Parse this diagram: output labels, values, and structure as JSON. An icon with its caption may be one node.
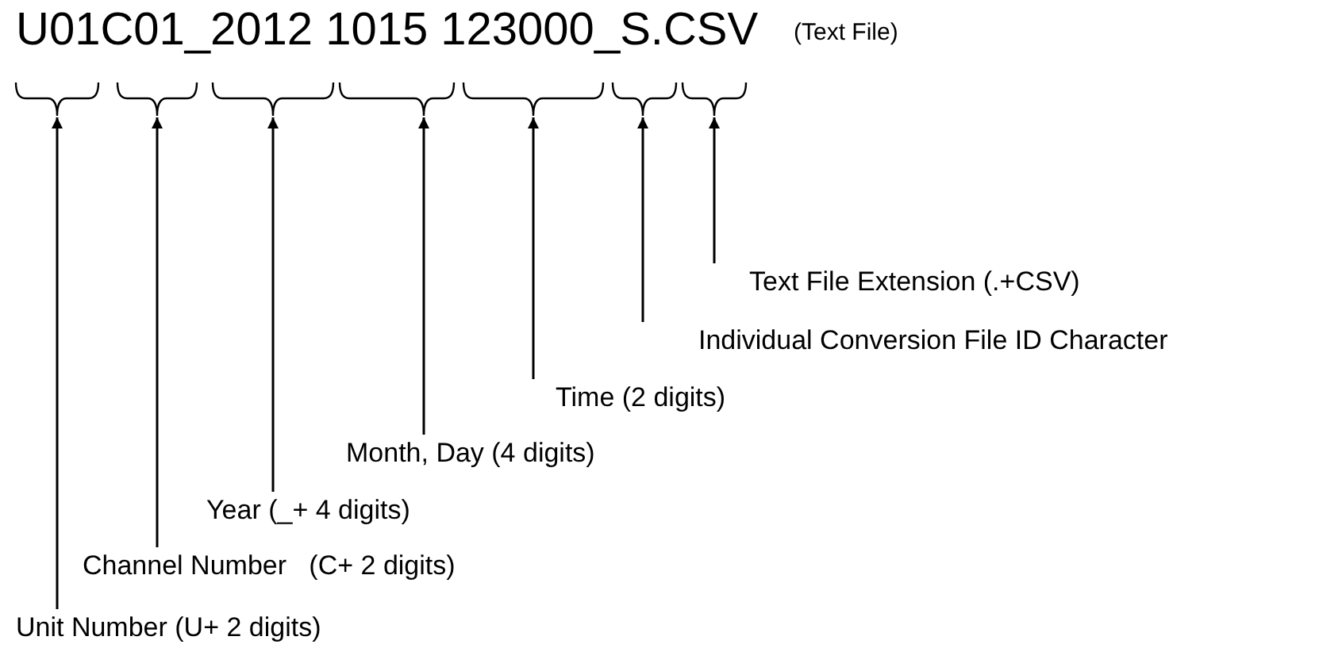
{
  "diagram": {
    "nodes": [
      {
        "text": [],
        "shape": "brace"
      },
      {
        "text": [],
        "shape": "brace"
      },
      {
        "text": [],
        "shape": "brace"
      },
      {
        "text": [],
        "shape": "brace"
      },
      {
        "text": [],
        "shape": "brace"
      },
      {
        "text": [],
        "shape": "brace"
      },
      {
        "text": [],
        "shape": "brace"
      },
      {
        "text": [
          "Text File Extension (.+CSV)"
        ]
      },
      {
        "text": [
          "Individual Conversion File ID Character"
        ]
      },
      {
        "text": [
          "Time (2 digits)"
        ]
      },
      {
        "text": [
          "Month, Day (4 digits)"
        ]
      },
      {
        "text": [
          "Year (_+ 4 digits)"
        ]
      },
      {
        "text": [
          "Channel Number   (C+ 2 digits)"
        ]
      },
      {
        "text": [
          "Unit Number (U+ 2 digits)"
        ]
      }
    ],
    "edges": [
      {
        "from": 13,
        "to": 0,
        "arrow": "to"
      },
      {
        "from": 12,
        "to": 1,
        "arrow": "to"
      },
      {
        "from": 11,
        "to": 2,
        "arrow": "to"
      },
      {
        "from": 10,
        "to": 3,
        "arrow": "to"
      },
      {
        "from": 9,
        "to": 4,
        "arrow": "to"
      },
      {
        "from": 8,
        "to": 5,
        "arrow": "to"
      },
      {
        "from": 7,
        "to": 6,
        "arrow": "to"
      }
    ],
    "labels": [
      "U01C01_2012 1015 123000_S.CSV",
      "(Text File)"
    ]
  }
}
